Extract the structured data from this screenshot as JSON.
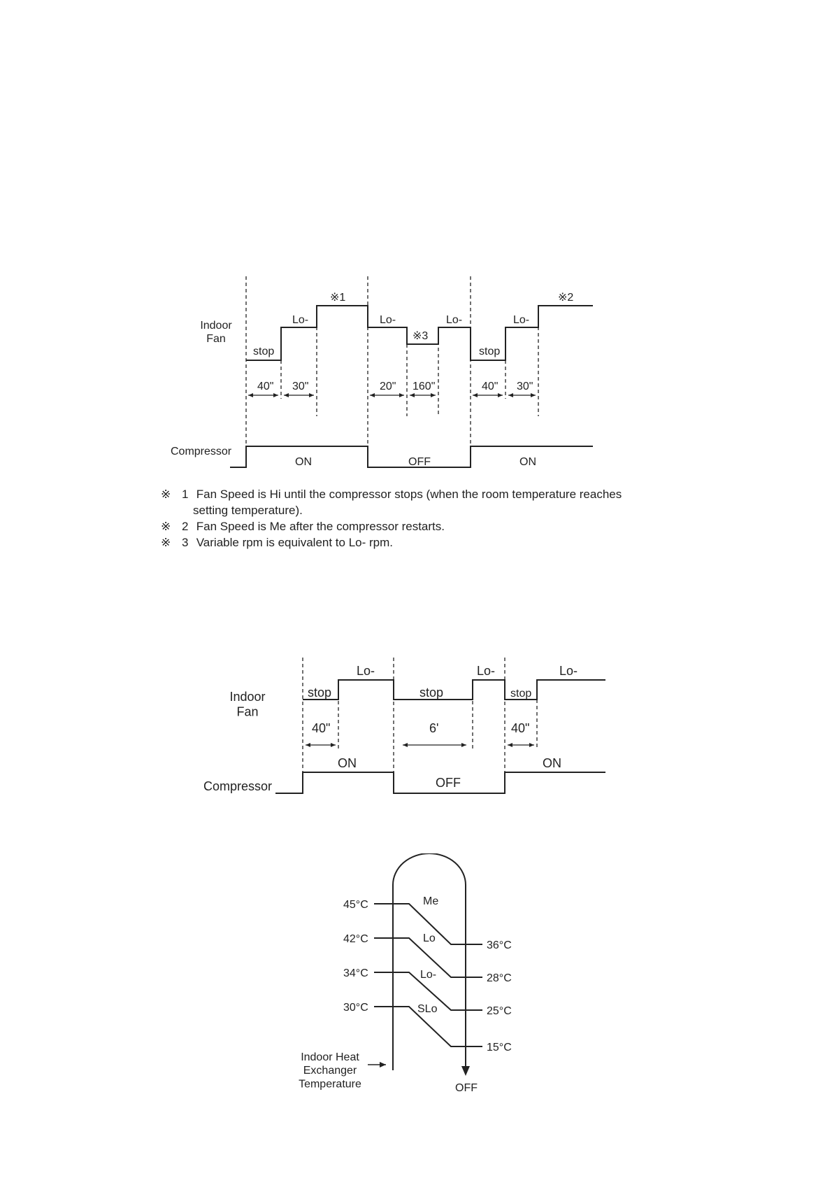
{
  "diagram1": {
    "indoor_fan": "Indoor\nFan",
    "compressor": "Compressor",
    "mark1": "※1",
    "mark2": "※2",
    "mark3": "※3",
    "stop_a": "stop",
    "lo_a": "Lo-",
    "lo_b": "Lo-",
    "lo_c": "Lo-",
    "stop_b": "stop",
    "lo_d": "Lo-",
    "t40_a": "40\"",
    "t30_a": "30\"",
    "t20": "20\"",
    "t160": "160\"",
    "t40_b": "40\"",
    "t30_b": "30\"",
    "on_a": "ON",
    "off": "OFF",
    "on_b": "ON"
  },
  "notes": [
    {
      "mark": "※",
      "num": "1",
      "text": "Fan Speed is Hi until the compressor stops (when the room temperature reaches",
      "text2": "setting temperature)."
    },
    {
      "mark": "※",
      "num": "2",
      "text": "Fan Speed is Me after the compressor restarts."
    },
    {
      "mark": "※",
      "num": "3",
      "text": "Variable rpm is equivalent to Lo- rpm."
    }
  ],
  "diagram2": {
    "indoor_fan": "Indoor\nFan",
    "compressor": "Compressor",
    "stop_a": "stop",
    "lo_a": "Lo-",
    "stop_b": "stop",
    "lo_b": "Lo-",
    "stop_c": "stop",
    "lo_c": "Lo-",
    "t40_a": "40\"",
    "t6": "6'",
    "t40_b": "40\"",
    "on_a": "ON",
    "off": "OFF",
    "on_b": "ON"
  },
  "diagram3": {
    "left_temps": [
      "45°C",
      "42°C",
      "34°C",
      "30°C"
    ],
    "right_temps": [
      "36°C",
      "28°C",
      "25°C",
      "15°C"
    ],
    "speeds": [
      "Me",
      "Lo",
      "Lo-",
      "SLo"
    ],
    "axis_label": "Indoor Heat\nExchanger\nTemperature",
    "off": "OFF"
  }
}
